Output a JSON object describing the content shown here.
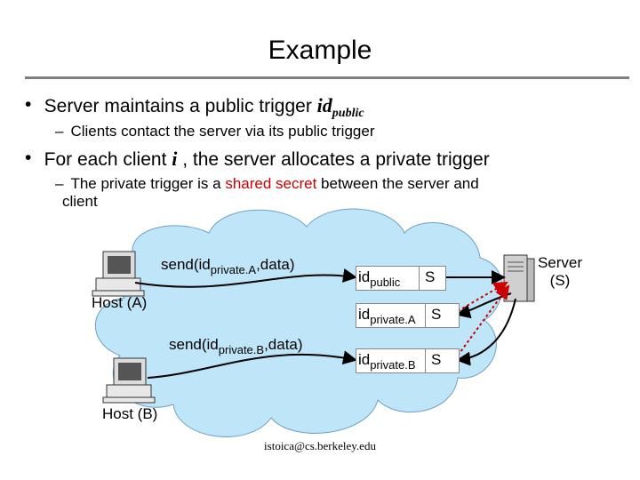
{
  "title": "Example",
  "bullets": {
    "b1_text": "Server maintains a public trigger ",
    "b1_id": "id",
    "b1_sub": "public",
    "b1_sub1": "Clients contact the server via its public trigger",
    "b2_text_pre": "For each client ",
    "b2_var": "i",
    "b2_text_post": " , the server allocates a private trigger",
    "b2_sub1_pre": "The private trigger is a ",
    "b2_sub1_red": "shared secret",
    "b2_sub1_post": " between the server and",
    "b2_sub1_line2": "client"
  },
  "diagram": {
    "hostA": "Host (A)",
    "hostB": "Host (B)",
    "server": "Server",
    "server_abbr": "(S)",
    "sendA": {
      "pre": "send(id",
      "sub": "private.A",
      "post": ",data)"
    },
    "sendB": {
      "pre": "send(id",
      "sub": "private.B",
      "post": ",data)"
    },
    "triggers": [
      {
        "id": "id",
        "sub": "public",
        "target": "S"
      },
      {
        "id": "id",
        "sub": "private.A",
        "target": "S"
      },
      {
        "id": "id",
        "sub": "private.B",
        "target": "S"
      }
    ],
    "cloud_color": "#bfe6f8",
    "arrow_color": "#cc0000"
  },
  "email": "istoica@cs.berkeley.edu"
}
